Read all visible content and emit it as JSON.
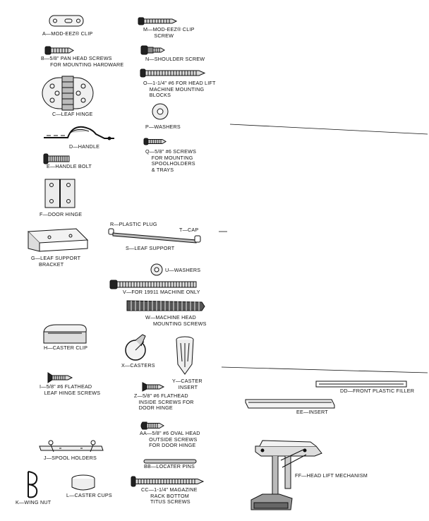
{
  "parts": {
    "A": {
      "text": "A—MOD-EEZ® CLIP"
    },
    "B": {
      "text": "B—5/8\" PAN HEAD SCREWS\n      FOR MOUNTING HARDWARE"
    },
    "C": {
      "text": "C—LEAF HINGE"
    },
    "D": {
      "text": "D—HANDLE"
    },
    "E": {
      "text": "E—HANDLE BOLT"
    },
    "F": {
      "text": "F—DOOR HINGE"
    },
    "G": {
      "text": "G—LEAF SUPPORT\n     BRACKET"
    },
    "H": {
      "text": "H—CASTER CLIP"
    },
    "I": {
      "text": "I—5/8\" #6 FLATHEAD\n   LEAF HINGE SCREWS"
    },
    "J": {
      "text": "J—SPOOL HOLDERS"
    },
    "K": {
      "text": "K—WING NUT"
    },
    "L": {
      "text": "L—CASTER CUPS"
    },
    "M": {
      "text": "M—MOD-EEZ® CLIP\n       SCREW"
    },
    "N": {
      "text": "N—SHOULDER SCREW"
    },
    "O": {
      "text": "O—1-1/4\" #6 FOR HEAD LIFT\n    MACHINE MOUNTING\n    BLOCKS"
    },
    "P": {
      "text": "P—WASHERS"
    },
    "Q": {
      "text": "Q—5/8\" #6 SCREWS\n    FOR MOUNTING\n    SPOOLHOLDERS\n    & TRAYS"
    },
    "R": {
      "text": "R—PLASTIC PLUG"
    },
    "S": {
      "text": "S—LEAF SUPPORT"
    },
    "T": {
      "text": "T—CAP"
    },
    "U": {
      "text": "U—WASHERS"
    },
    "V": {
      "text": "V—FOR 19911 MACHINE ONLY"
    },
    "W": {
      "text": "W—MACHINE HEAD\n     MOUNTING SCREWS"
    },
    "X": {
      "text": "X—CASTERS"
    },
    "Y": {
      "text": "Y—CASTER\n    INSERT"
    },
    "Z": {
      "text": "Z—5/8\" #6 FLATHEAD\n   INSIDE SCREWS FOR\n   DOOR HINGE"
    },
    "AA": {
      "text": "AA—5/8\" #6 OVAL HEAD\n      OUTSIDE SCREWS\n      FOR DOOR HINGE"
    },
    "BB": {
      "text": "BB—LOCATER PINS"
    },
    "CC": {
      "text": "CC—1-1/4\" MAGAZINE\n      RACK BOTTOM\n      TITUS SCREWS"
    },
    "DD": {
      "text": "DD—FRONT PLASTIC FILLER"
    },
    "EE": {
      "text": "EE—INSERT"
    },
    "FF": {
      "text": "FF—HEAD LIFT MECHANISM"
    }
  }
}
